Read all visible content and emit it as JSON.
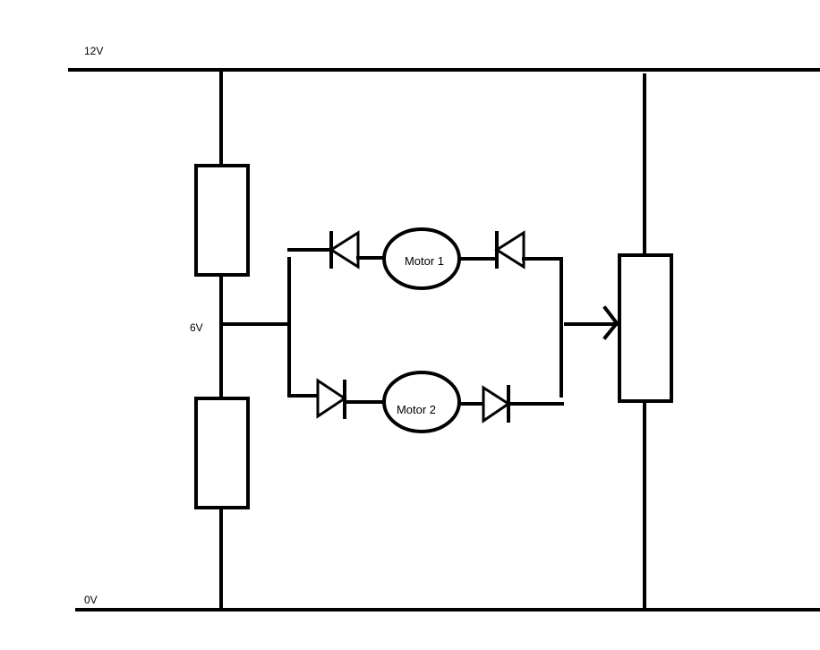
{
  "rails": {
    "top_label": "12V",
    "bottom_label": "0V"
  },
  "divider": {
    "midpoint_label": "6V"
  },
  "motors": [
    {
      "label": "Motor 1"
    },
    {
      "label": "Motor 2"
    }
  ],
  "colors": {
    "line": "#000000",
    "background": "#ffffff"
  }
}
